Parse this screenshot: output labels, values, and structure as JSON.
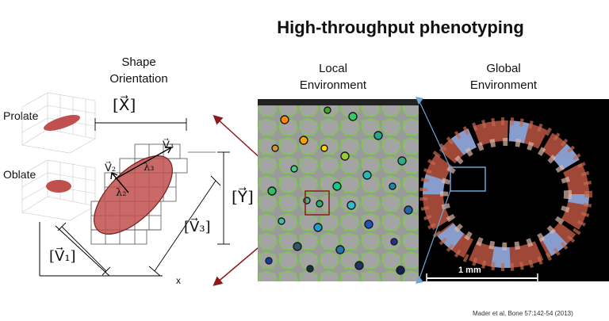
{
  "title": "High-throughput phenotyping",
  "shape_orientation": {
    "line1": "Shape",
    "line2": "Orientation"
  },
  "local_environment": {
    "line1": "Local",
    "line2": "Environment"
  },
  "global_environment": {
    "line1": "Global",
    "line2": "Environment"
  },
  "prolate": "Prolate",
  "oblate": "Oblate",
  "math": {
    "X": "[X⃗]",
    "Y": "[Y⃗]",
    "V1": "[V⃗₁]",
    "V3_bracket": "[V⃗₃]",
    "V2": "V⃗₂",
    "V3": "V⃗₃",
    "lambda2": "λ₂",
    "lambda3": "λ₃",
    "x_axis": "x"
  },
  "scale_bar": "1 mm",
  "citation": "Mader et al, Bone 57:142-54 (2013)",
  "colors": {
    "ellipsoid": "#c0504d",
    "arrow": "#8b1a1a",
    "highlight": "#6aa6d6",
    "cell_green": "#7ec850"
  }
}
